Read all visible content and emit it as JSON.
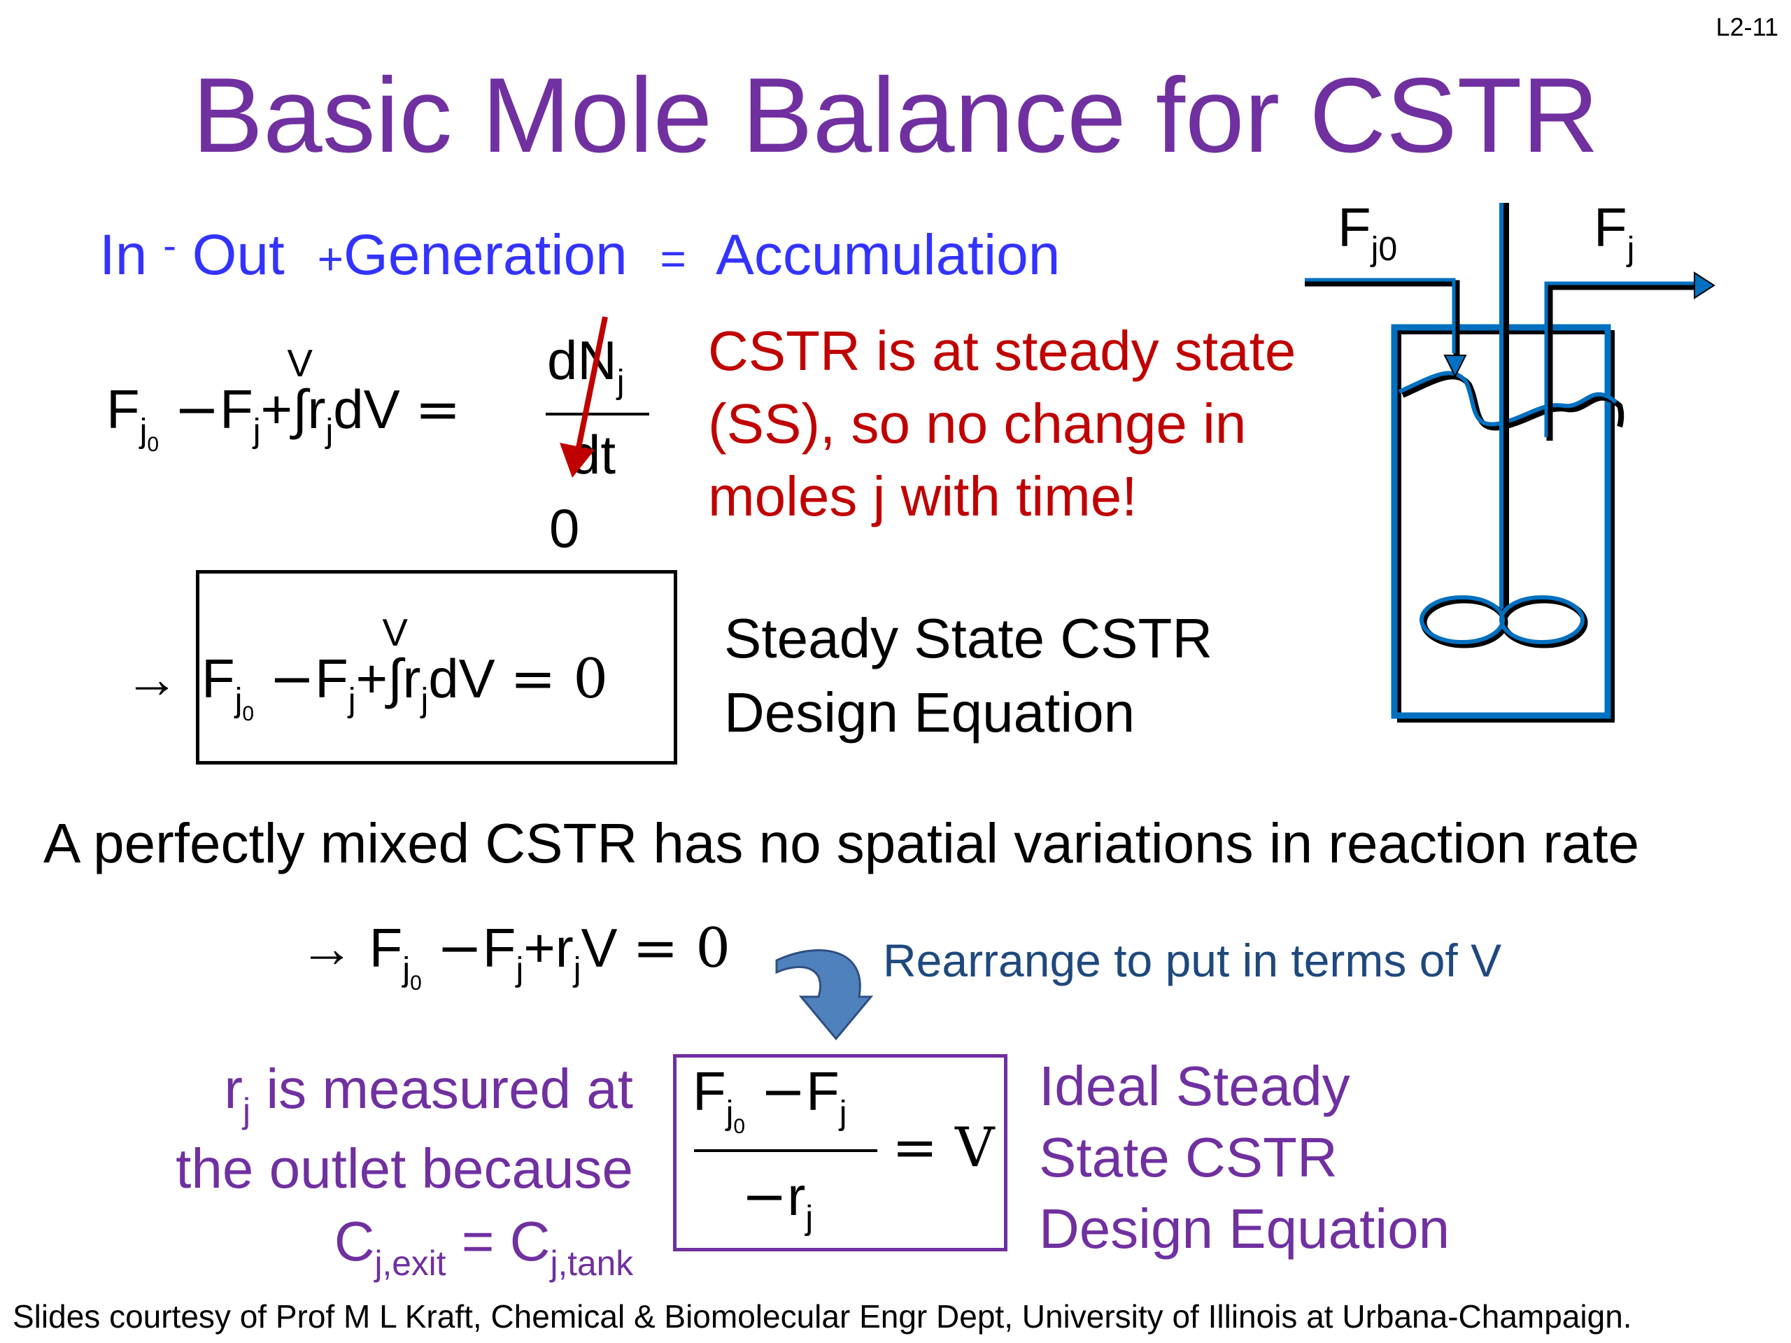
{
  "slide": {
    "number": "L2-11",
    "title": "Basic Mole Balance for CSTR",
    "footer": "Slides courtesy of Prof M L Kraft, Chemical & Biomolecular Engr Dept, University of Illinois at Urbana-Champaign."
  },
  "word_equation": {
    "in": "In",
    "minus": "-",
    "out": "Out",
    "plus": "+",
    "generation": "Generation",
    "equals": "=",
    "accumulation": "Accumulation"
  },
  "general_balance": {
    "F": "F",
    "j": "j",
    "zero": "0",
    "minus": "−",
    "plus": "+",
    "integral": "∫",
    "upper_limit": "V",
    "r": "r",
    "dV": "dV",
    "equals": "=",
    "numerator": "dN",
    "denominator": "dt",
    "cancel_value": "0"
  },
  "steady_state_note": {
    "lines": [
      "CSTR is at steady state",
      "(SS), so no change in",
      "moles j with time!"
    ]
  },
  "design_equation": {
    "arrow": "→",
    "equals_zero": "= 0",
    "label_lines": [
      "Steady State CSTR",
      "Design Equation"
    ]
  },
  "reactor": {
    "inlet_label": "F",
    "inlet_sub": "j0",
    "outlet_label": "F",
    "outlet_sub": "j"
  },
  "statement": "A perfectly mixed CSTR has no spatial variations in reaction rate",
  "simplified_equation": {
    "V": "V",
    "equals_zero": "= 0"
  },
  "rearrange_note": "Rearrange to put in terms of V",
  "measured_note": {
    "line1": "is measured at",
    "line2": "the outlet because",
    "C": "C",
    "exit_sub": "j,exit",
    "tank_sub": "j,tank",
    "equals": "="
  },
  "ideal_equation": {
    "neg": "−",
    "equals_V": "= V",
    "label_lines": [
      "Ideal Steady",
      "State CSTR",
      "Design Equation"
    ]
  },
  "colors": {
    "title": "#7030A0",
    "word_equation": "#3333FF",
    "note_red": "#C00000",
    "note_navy": "#1F497D",
    "reactor_blue": "#0070C0",
    "curved_arrow": "#4F81BD"
  }
}
